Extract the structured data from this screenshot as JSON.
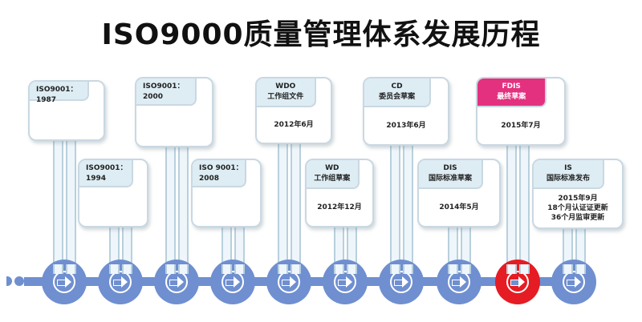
{
  "title": "ISO9000质量管理体系发展历程",
  "colors": {
    "axis": "#6f8fd0",
    "highlight_circle": "#e51c23",
    "highlight_header": "#e4317f",
    "header": "#deedf4"
  },
  "milestones": [
    {
      "header": "ISO9001：1987",
      "body": ""
    },
    {
      "header": "ISO9001：1994",
      "body": ""
    },
    {
      "header": "ISO9001：2000",
      "body": ""
    },
    {
      "header": "ISO 9001：2008",
      "body": ""
    },
    {
      "header": "WDO\n工作组文件",
      "body": "2012年6月"
    },
    {
      "header": "WD\n工作组草案",
      "body": "2012年12月"
    },
    {
      "header": "CD\n委员会草案",
      "body": "2013年6月"
    },
    {
      "header": "DIS\n国际标准草案",
      "body": "2014年5月"
    },
    {
      "header": "FDIS\n最终草案",
      "body": "2015年7月",
      "highlight": true
    },
    {
      "header": "IS\n国际标准发布",
      "body": "2015年9月\n18个月认证证更新\n36个月监审更新"
    }
  ]
}
